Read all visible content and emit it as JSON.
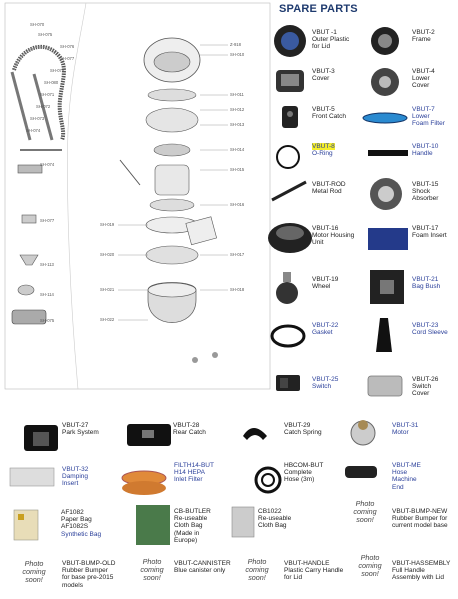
{
  "header": {
    "title": "SPARE PARTS"
  },
  "parts_right": [
    {
      "code": "VBUT -1",
      "desc": [
        "Outer Plastic",
        "for Lid"
      ],
      "blue": false
    },
    {
      "code": "VBUT-2",
      "desc": [
        "Frame"
      ],
      "blue": false
    },
    {
      "code": "VBUT-3",
      "desc": [
        "Cover"
      ],
      "blue": false
    },
    {
      "code": "VBUT-4",
      "desc": [
        "Lower",
        "Cover"
      ],
      "blue": false
    },
    {
      "code": "VBUT-5",
      "desc": [
        "Front Catch"
      ],
      "blue": false
    },
    {
      "code": "VBUT-7",
      "desc": [
        "Lower",
        "Foam Filter"
      ],
      "blue": true
    },
    {
      "code": "VBUT-8",
      "desc": [
        "O-Ring"
      ],
      "blue": true,
      "highlight": true
    },
    {
      "code": "VBUT-10",
      "desc": [
        "Handle"
      ],
      "blue": true
    },
    {
      "code": "VBUT-ROD",
      "desc": [
        "Metal Rod"
      ],
      "blue": false
    },
    {
      "code": "VBUT-15",
      "desc": [
        "Shock",
        "Absorber"
      ],
      "blue": false
    },
    {
      "code": "VBUT-16",
      "desc": [
        "Motor Housing",
        "Unit"
      ],
      "blue": false
    },
    {
      "code": "VBUT-17",
      "desc": [
        "Foam Insert"
      ],
      "blue": false
    },
    {
      "code": "VBUT-19",
      "desc": [
        "Wheel"
      ],
      "blue": false
    },
    {
      "code": "VBUT-21",
      "desc": [
        "Bag Bush"
      ],
      "blue": true
    },
    {
      "code": "VBUT-22",
      "desc": [
        "Gasket"
      ],
      "blue": true
    },
    {
      "code": "VBUT-23",
      "desc": [
        "Cord Sleeve"
      ],
      "blue": true
    },
    {
      "code": "VBUT-25",
      "desc": [
        "Switch"
      ],
      "blue": true
    },
    {
      "code": "VBUT-26",
      "desc": [
        "Switch",
        "Cover"
      ],
      "blue": false
    }
  ],
  "parts_bottom_row1": [
    {
      "code": "VBUT-27",
      "desc": [
        "Park System"
      ],
      "blue": false
    },
    {
      "code": "VBUT-28",
      "desc": [
        "Rear Catch"
      ],
      "blue": false
    },
    {
      "code": "VBUT-29",
      "desc": [
        "Catch Spring"
      ],
      "blue": false
    },
    {
      "code": "VBUT-31",
      "desc": [
        "Motor"
      ],
      "blue": true
    }
  ],
  "parts_bottom_row2": [
    {
      "code": "VBUT-32",
      "desc": [
        "Damping",
        "Insert"
      ],
      "blue": true
    },
    {
      "code": "FILTH14-BUT",
      "desc": [
        "H14 HEPA",
        "Inlet Filter"
      ],
      "blue": true
    },
    {
      "code": "HBCOM-BUT",
      "desc": [
        "Complete",
        "Hose (3m)"
      ],
      "blue": false
    },
    {
      "code": "VBUT-ME",
      "desc": [
        "Hose",
        "Machine",
        "End"
      ],
      "blue": true
    }
  ],
  "parts_bottom_row3": [
    {
      "code": "AF1082",
      "desc": [
        "Paper Bag",
        "AF1082S",
        "Synthetic Bag"
      ],
      "blue_lines": [
        2
      ]
    },
    {
      "code": "CB-BUTLER",
      "desc": [
        "Re-useable",
        "Cloth Bag",
        "(Made in",
        "Europe)"
      ]
    },
    {
      "code": "CB1022",
      "desc": [
        "Re-useable",
        "Cloth Bag"
      ]
    },
    {
      "code": "VBUT-BUMP-NEW",
      "desc": [
        "Rubber Bumper for",
        "current model base"
      ]
    }
  ],
  "photo_coming_soon": [
    "Photo",
    "coming",
    "soon!"
  ],
  "parts_bottom_row4": [
    {
      "code": "VBUT-BUMP-OLD",
      "desc": [
        "Rubber Bumper",
        "for base pre-2015",
        "models"
      ]
    },
    {
      "code": "VBUT-CANNISTER",
      "desc": [
        "Blue canister only"
      ]
    },
    {
      "code": "VBUT-HANDLE",
      "desc": [
        "Plastic Carry Handle",
        "for Lid"
      ]
    },
    {
      "code": "VBUT-HASSEMBLY",
      "desc": [
        "Full Handle",
        "Assembly with Lid"
      ]
    }
  ],
  "diagram_labels": {
    "top": [
      "SH-070",
      "SH-075",
      "SH-076",
      "SH-077",
      "SH-078",
      "SH-080",
      "SH-071",
      "SH-072",
      "SH-073",
      "SH-074"
    ],
    "left": [
      "SH-074",
      "SH-077",
      "SH-113",
      "SH-114",
      "SH-075"
    ],
    "center": [
      "Z-918",
      "SH-010",
      "SH-011",
      "SH-012",
      "SH-013",
      "SH-014",
      "SH-015",
      "SH-016",
      "SH-017",
      "SH-018",
      "SH-019",
      "SH-020",
      "SH-021",
      "SH-022"
    ]
  },
  "colors": {
    "title": "#1e3a6e",
    "blue_text": "#2a3f9a",
    "highlight": "#f5ee2a"
  }
}
